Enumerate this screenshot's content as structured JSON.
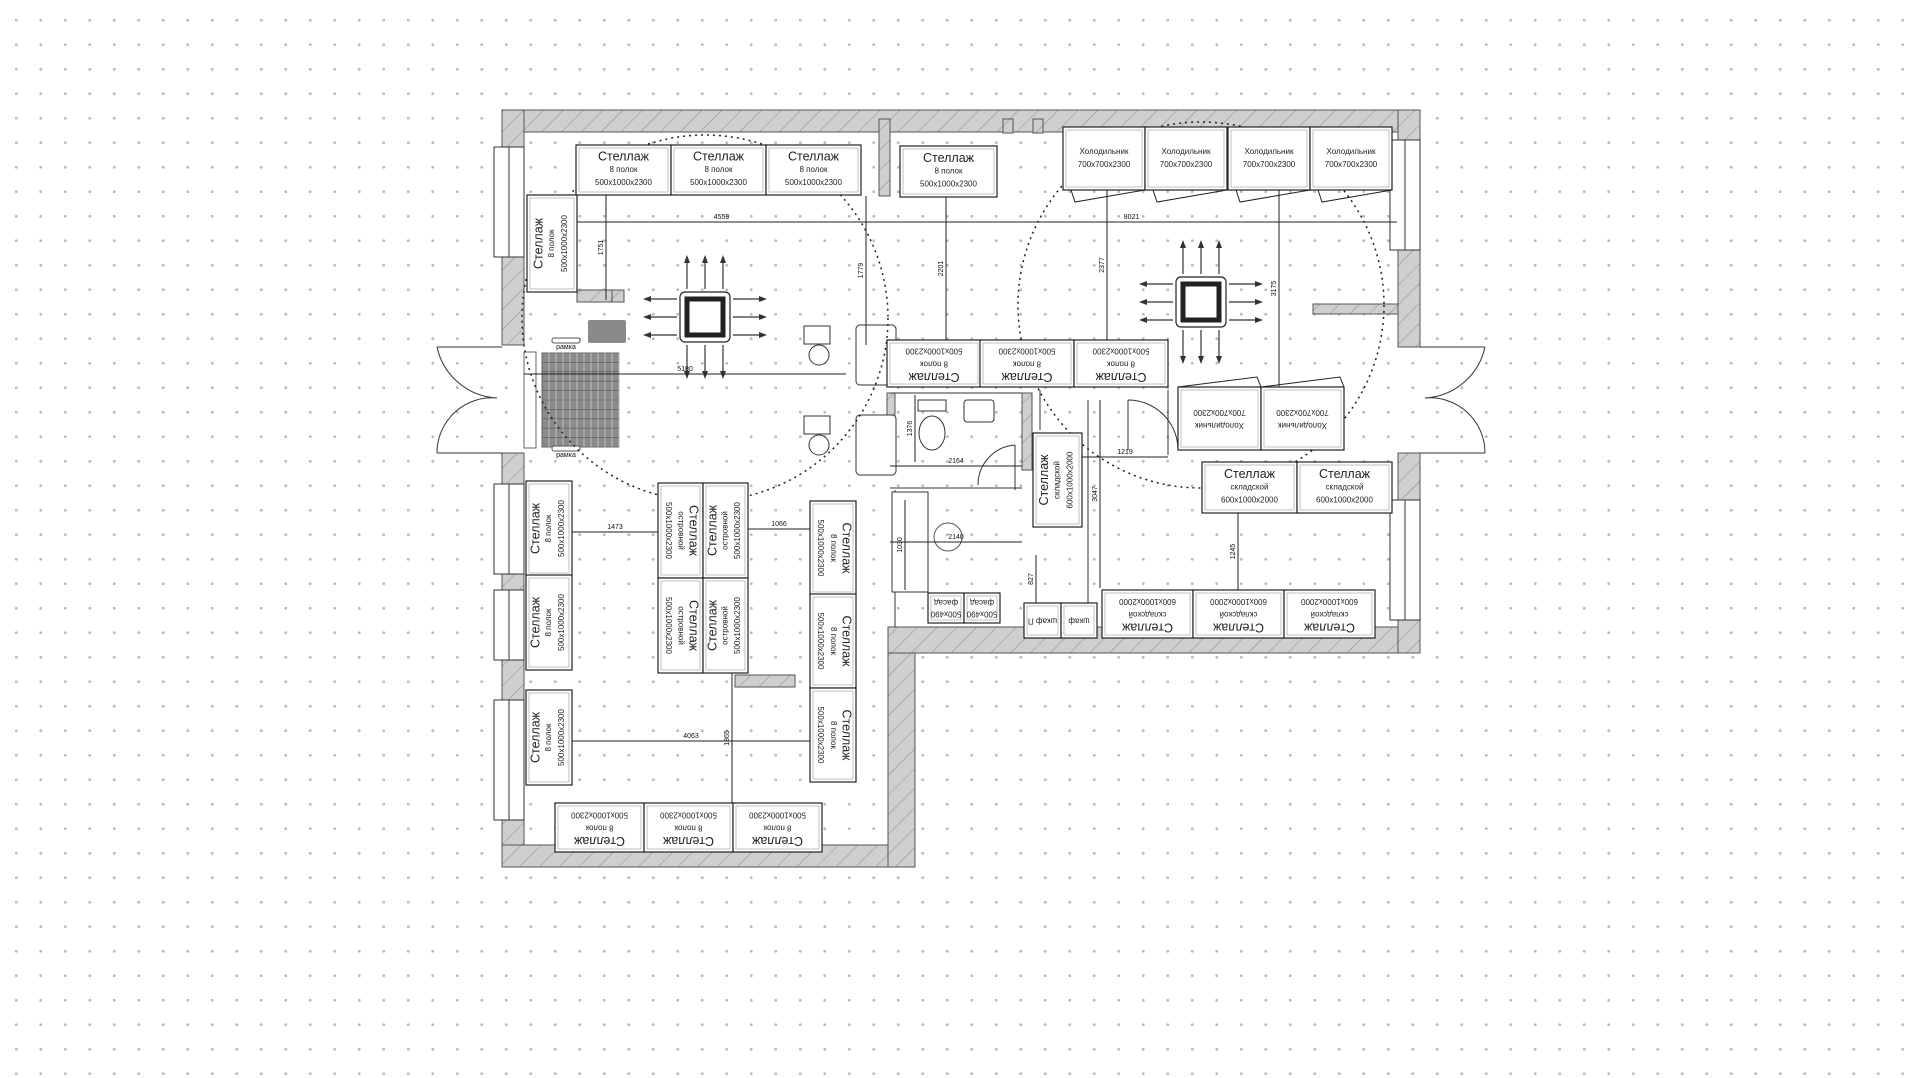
{
  "labels": {
    "shelf": "Стеллаж",
    "shelf_8": "8 полок",
    "shelf_island": "островной",
    "shelf_storage": "складской",
    "size_shelf": "500x1000x2300",
    "size_storage": "600x1000x2000",
    "fridge": "Холодильник",
    "size_fridge": "700x700x2300",
    "frame": "рамка",
    "cabinet": "шкаф",
    "cabinet_size": "500x490",
    "facade": "фасад",
    "cabinet_p": "шкаф П",
    "shkaf": "шкаф"
  },
  "dimensions": [
    "4559",
    "1751",
    "1779",
    "2201",
    "8021",
    "2377",
    "3175",
    "5180",
    "1473",
    "1066",
    "4063",
    "1865",
    "1376",
    "2164",
    "2140",
    "1219",
    "3047",
    "1245",
    "827",
    "1030"
  ],
  "colors": {
    "wall": "#c8c8c8",
    "wall_hatch": "#8a8a8a",
    "line": "#222222",
    "radiator": "#7a7a7a"
  }
}
